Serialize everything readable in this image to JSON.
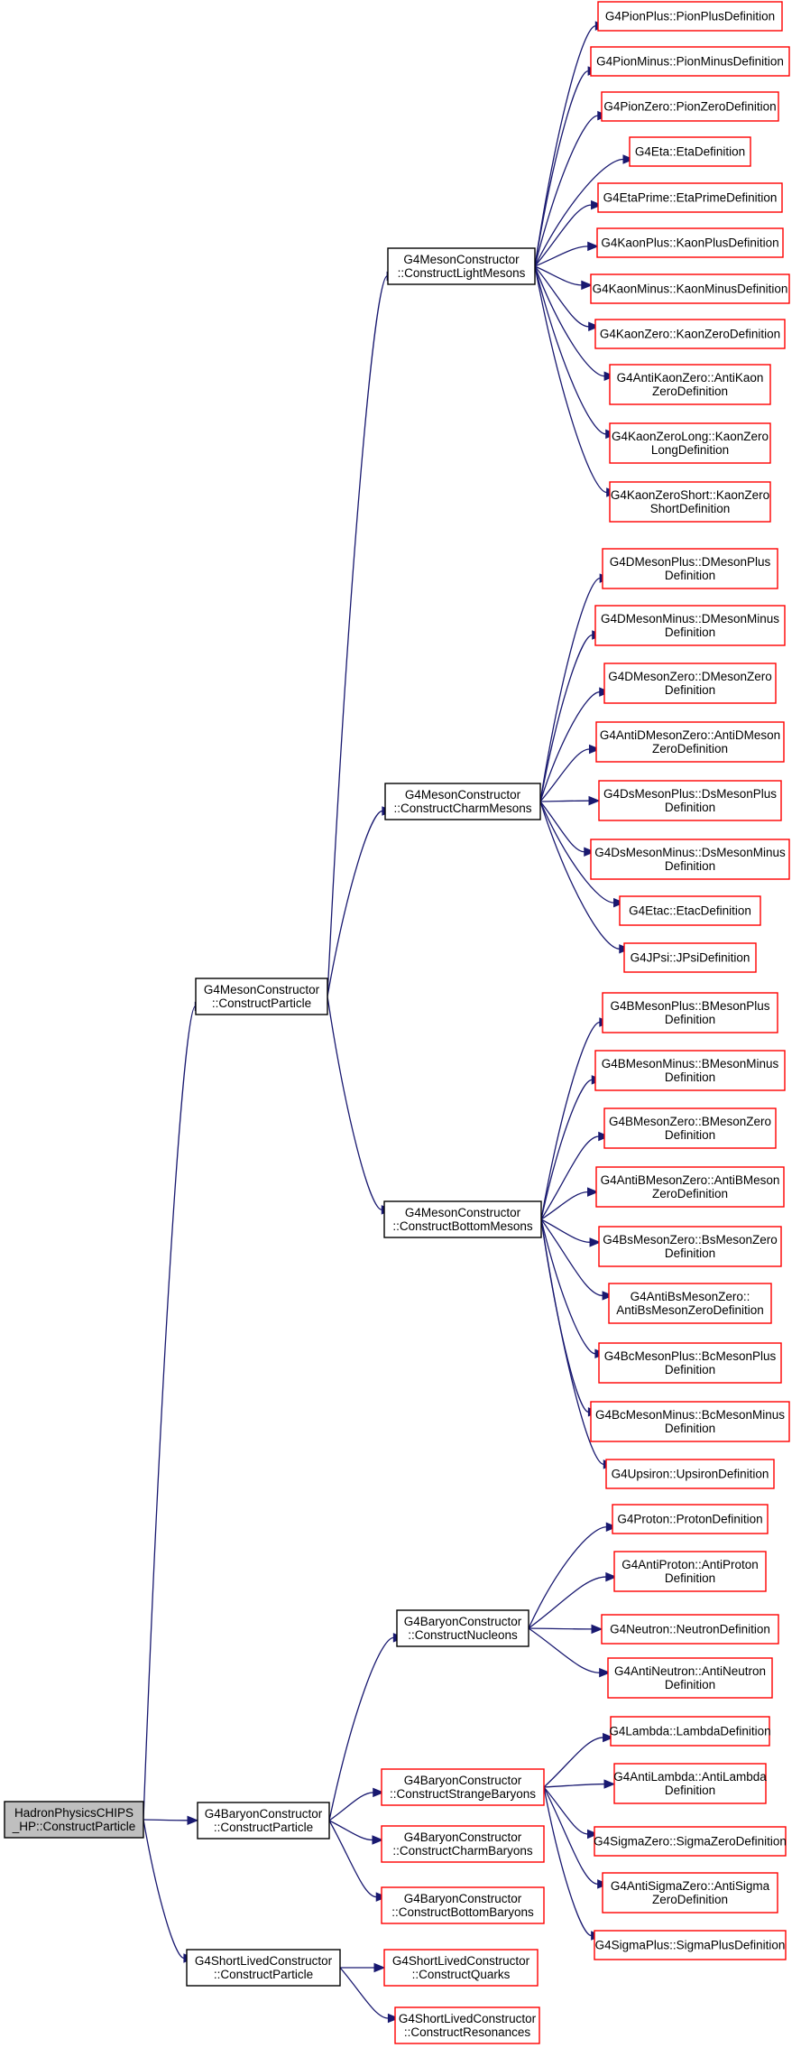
{
  "diagram": {
    "colors": {
      "edge": "#191970",
      "link_node_border": "#ff0000",
      "node_border": "#000000",
      "root_fill": "#bfbfbf"
    },
    "nodes": [
      {
        "id": "root",
        "lines": [
          "HadronPhysicsCHIPS",
          "_HP::ConstructParticle"
        ],
        "style": "root"
      },
      {
        "id": "mc_cp",
        "lines": [
          "G4MesonConstructor",
          "::ConstructParticle"
        ],
        "style": "black"
      },
      {
        "id": "bc_cp",
        "lines": [
          "G4BaryonConstructor",
          "::ConstructParticle"
        ],
        "style": "black"
      },
      {
        "id": "slc_cp",
        "lines": [
          "G4ShortLivedConstructor",
          "::ConstructParticle"
        ],
        "style": "black"
      },
      {
        "id": "mc_light",
        "lines": [
          "G4MesonConstructor",
          "::ConstructLightMesons"
        ],
        "style": "black"
      },
      {
        "id": "mc_charm",
        "lines": [
          "G4MesonConstructor",
          "::ConstructCharmMesons"
        ],
        "style": "black"
      },
      {
        "id": "mc_bottom",
        "lines": [
          "G4MesonConstructor",
          "::ConstructBottomMesons"
        ],
        "style": "black"
      },
      {
        "id": "bc_nuc",
        "lines": [
          "G4BaryonConstructor",
          "::ConstructNucleons"
        ],
        "style": "black"
      },
      {
        "id": "bc_strange",
        "lines": [
          "G4BaryonConstructor",
          "::ConstructStrangeBaryons"
        ],
        "style": "red"
      },
      {
        "id": "bc_charm",
        "lines": [
          "G4BaryonConstructor",
          "::ConstructCharmBaryons"
        ],
        "style": "red"
      },
      {
        "id": "bc_bottom",
        "lines": [
          "G4BaryonConstructor",
          "::ConstructBottomBaryons"
        ],
        "style": "red"
      },
      {
        "id": "slc_quarks",
        "lines": [
          "G4ShortLivedConstructor",
          "::ConstructQuarks"
        ],
        "style": "red"
      },
      {
        "id": "slc_res",
        "lines": [
          "G4ShortLivedConstructor",
          "::ConstructResonances"
        ],
        "style": "red"
      },
      {
        "id": "l1",
        "lines": [
          "G4PionPlus::PionPlusDefinition"
        ],
        "style": "red"
      },
      {
        "id": "l2",
        "lines": [
          "G4PionMinus::PionMinusDefinition"
        ],
        "style": "red"
      },
      {
        "id": "l3",
        "lines": [
          "G4PionZero::PionZeroDefinition"
        ],
        "style": "red"
      },
      {
        "id": "l4",
        "lines": [
          "G4Eta::EtaDefinition"
        ],
        "style": "red"
      },
      {
        "id": "l5",
        "lines": [
          "G4EtaPrime::EtaPrimeDefinition"
        ],
        "style": "red"
      },
      {
        "id": "l6",
        "lines": [
          "G4KaonPlus::KaonPlusDefinition"
        ],
        "style": "red"
      },
      {
        "id": "l7",
        "lines": [
          "G4KaonMinus::KaonMinusDefinition"
        ],
        "style": "red"
      },
      {
        "id": "l8",
        "lines": [
          "G4KaonZero::KaonZeroDefinition"
        ],
        "style": "red"
      },
      {
        "id": "l9",
        "lines": [
          "G4AntiKaonZero::AntiKaon",
          "ZeroDefinition"
        ],
        "style": "red"
      },
      {
        "id": "l10",
        "lines": [
          "G4KaonZeroLong::KaonZero",
          "LongDefinition"
        ],
        "style": "red"
      },
      {
        "id": "l11",
        "lines": [
          "G4KaonZeroShort::KaonZero",
          "ShortDefinition"
        ],
        "style": "red"
      },
      {
        "id": "c1",
        "lines": [
          "G4DMesonPlus::DMesonPlus",
          "Definition"
        ],
        "style": "red"
      },
      {
        "id": "c2",
        "lines": [
          "G4DMesonMinus::DMesonMinus",
          "Definition"
        ],
        "style": "red"
      },
      {
        "id": "c3",
        "lines": [
          "G4DMesonZero::DMesonZero",
          "Definition"
        ],
        "style": "red"
      },
      {
        "id": "c4",
        "lines": [
          "G4AntiDMesonZero::AntiDMeson",
          "ZeroDefinition"
        ],
        "style": "red"
      },
      {
        "id": "c5",
        "lines": [
          "G4DsMesonPlus::DsMesonPlus",
          "Definition"
        ],
        "style": "red"
      },
      {
        "id": "c6",
        "lines": [
          "G4DsMesonMinus::DsMesonMinus",
          "Definition"
        ],
        "style": "red"
      },
      {
        "id": "c7",
        "lines": [
          "G4Etac::EtacDefinition"
        ],
        "style": "red"
      },
      {
        "id": "c8",
        "lines": [
          "G4JPsi::JPsiDefinition"
        ],
        "style": "red"
      },
      {
        "id": "b1",
        "lines": [
          "G4BMesonPlus::BMesonPlus",
          "Definition"
        ],
        "style": "red"
      },
      {
        "id": "b2",
        "lines": [
          "G4BMesonMinus::BMesonMinus",
          "Definition"
        ],
        "style": "red"
      },
      {
        "id": "b3",
        "lines": [
          "G4BMesonZero::BMesonZero",
          "Definition"
        ],
        "style": "red"
      },
      {
        "id": "b4",
        "lines": [
          "G4AntiBMesonZero::AntiBMeson",
          "ZeroDefinition"
        ],
        "style": "red"
      },
      {
        "id": "b5",
        "lines": [
          "G4BsMesonZero::BsMesonZero",
          "Definition"
        ],
        "style": "red"
      },
      {
        "id": "b6",
        "lines": [
          "G4AntiBsMesonZero::",
          "AntiBsMesonZeroDefinition"
        ],
        "style": "red"
      },
      {
        "id": "b7",
        "lines": [
          "G4BcMesonPlus::BcMesonPlus",
          "Definition"
        ],
        "style": "red"
      },
      {
        "id": "b8",
        "lines": [
          "G4BcMesonMinus::BcMesonMinus",
          "Definition"
        ],
        "style": "red"
      },
      {
        "id": "b9",
        "lines": [
          "G4Upsiron::UpsironDefinition"
        ],
        "style": "red"
      },
      {
        "id": "n1",
        "lines": [
          "G4Proton::ProtonDefinition"
        ],
        "style": "red"
      },
      {
        "id": "n2",
        "lines": [
          "G4AntiProton::AntiProton",
          "Definition"
        ],
        "style": "red"
      },
      {
        "id": "n3",
        "lines": [
          "G4Neutron::NeutronDefinition"
        ],
        "style": "red"
      },
      {
        "id": "n4",
        "lines": [
          "G4AntiNeutron::AntiNeutron",
          "Definition"
        ],
        "style": "red"
      },
      {
        "id": "s1",
        "lines": [
          "G4Lambda::LambdaDefinition"
        ],
        "style": "red"
      },
      {
        "id": "s2",
        "lines": [
          "G4AntiLambda::AntiLambda",
          "Definition"
        ],
        "style": "red"
      },
      {
        "id": "s3",
        "lines": [
          "G4SigmaZero::SigmaZeroDefinition"
        ],
        "style": "red"
      },
      {
        "id": "s4",
        "lines": [
          "G4AntiSigmaZero::AntiSigma",
          "ZeroDefinition"
        ],
        "style": "red"
      },
      {
        "id": "s5",
        "lines": [
          "G4SigmaPlus::SigmaPlusDefinition"
        ],
        "style": "red"
      }
    ],
    "edges": [
      [
        "root",
        "mc_cp"
      ],
      [
        "root",
        "bc_cp"
      ],
      [
        "root",
        "slc_cp"
      ],
      [
        "mc_cp",
        "mc_light"
      ],
      [
        "mc_cp",
        "mc_charm"
      ],
      [
        "mc_cp",
        "mc_bottom"
      ],
      [
        "bc_cp",
        "bc_nuc"
      ],
      [
        "bc_cp",
        "bc_strange"
      ],
      [
        "bc_cp",
        "bc_charm"
      ],
      [
        "bc_cp",
        "bc_bottom"
      ],
      [
        "slc_cp",
        "slc_quarks"
      ],
      [
        "slc_cp",
        "slc_res"
      ],
      [
        "mc_light",
        "l1"
      ],
      [
        "mc_light",
        "l2"
      ],
      [
        "mc_light",
        "l3"
      ],
      [
        "mc_light",
        "l4"
      ],
      [
        "mc_light",
        "l5"
      ],
      [
        "mc_light",
        "l6"
      ],
      [
        "mc_light",
        "l7"
      ],
      [
        "mc_light",
        "l8"
      ],
      [
        "mc_light",
        "l9"
      ],
      [
        "mc_light",
        "l10"
      ],
      [
        "mc_light",
        "l11"
      ],
      [
        "mc_charm",
        "c1"
      ],
      [
        "mc_charm",
        "c2"
      ],
      [
        "mc_charm",
        "c3"
      ],
      [
        "mc_charm",
        "c4"
      ],
      [
        "mc_charm",
        "c5"
      ],
      [
        "mc_charm",
        "c6"
      ],
      [
        "mc_charm",
        "c7"
      ],
      [
        "mc_charm",
        "c8"
      ],
      [
        "mc_bottom",
        "b1"
      ],
      [
        "mc_bottom",
        "b2"
      ],
      [
        "mc_bottom",
        "b3"
      ],
      [
        "mc_bottom",
        "b4"
      ],
      [
        "mc_bottom",
        "b5"
      ],
      [
        "mc_bottom",
        "b6"
      ],
      [
        "mc_bottom",
        "b7"
      ],
      [
        "mc_bottom",
        "b8"
      ],
      [
        "mc_bottom",
        "b9"
      ],
      [
        "bc_nuc",
        "n1"
      ],
      [
        "bc_nuc",
        "n2"
      ],
      [
        "bc_nuc",
        "n3"
      ],
      [
        "bc_nuc",
        "n4"
      ],
      [
        "bc_strange",
        "s1"
      ],
      [
        "bc_strange",
        "s2"
      ],
      [
        "bc_strange",
        "s3"
      ],
      [
        "bc_strange",
        "s4"
      ],
      [
        "bc_strange",
        "s5"
      ]
    ]
  }
}
